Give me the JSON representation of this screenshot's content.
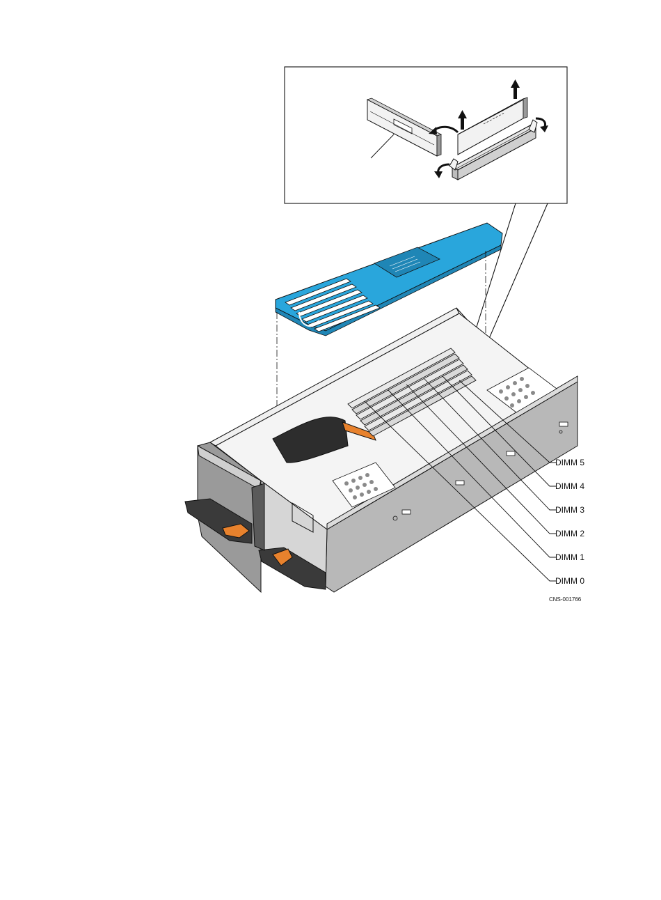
{
  "figure_id": "CNS-001766",
  "callouts": [
    {
      "id": "dimm-5",
      "label": "DIMM 5"
    },
    {
      "id": "dimm-4",
      "label": "DIMM 4"
    },
    {
      "id": "dimm-3",
      "label": "DIMM 3"
    },
    {
      "id": "dimm-2",
      "label": "DIMM 2"
    },
    {
      "id": "dimm-1",
      "label": "DIMM 1"
    },
    {
      "id": "dimm-0",
      "label": "DIMM 0"
    }
  ],
  "colors": {
    "air_baffle": "#29a6dc",
    "latch": "#e8822d",
    "chassis_dark": "#9a9a9a",
    "chassis_light": "#d8d8d8",
    "line": "#111111"
  }
}
